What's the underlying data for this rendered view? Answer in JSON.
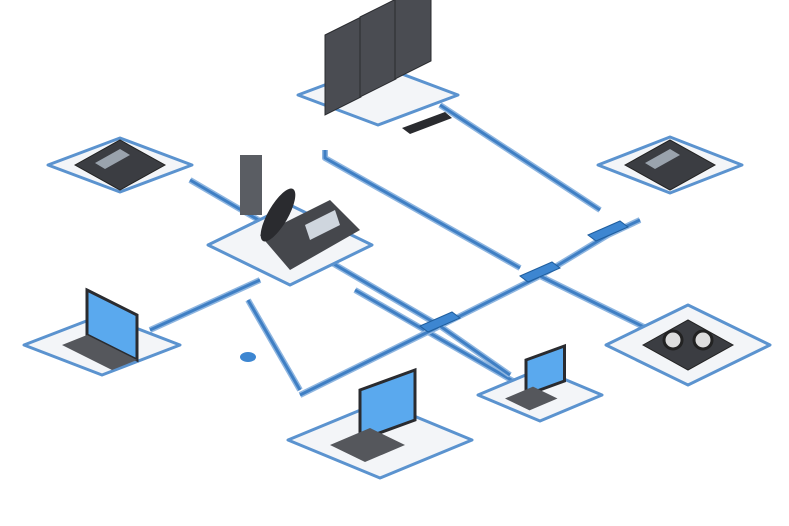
{
  "colors": {
    "link": "#3f7fc4",
    "link_light": "#8fb6e0",
    "platform_fill": "#f3f5f8",
    "platform_edge": "#5b93cf",
    "device_dark": "#3b3d42",
    "screen": "#5aa9ee",
    "switch": "#3d86d1"
  },
  "nodes": [
    {
      "id": "server-rack",
      "icon": "server-icon"
    },
    {
      "id": "card-reader",
      "icon": "card-reader-icon"
    },
    {
      "id": "ip-phone",
      "icon": "phone-icon"
    },
    {
      "id": "keypad-terminal",
      "icon": "keypad-icon"
    },
    {
      "id": "laptop",
      "icon": "laptop-icon"
    },
    {
      "id": "audio-console",
      "icon": "speaker-icon"
    },
    {
      "id": "desktop-large",
      "icon": "monitor-icon"
    },
    {
      "id": "desktop-small",
      "icon": "monitor-icon"
    }
  ],
  "switches": [
    "switch-a",
    "switch-b",
    "switch-c"
  ]
}
